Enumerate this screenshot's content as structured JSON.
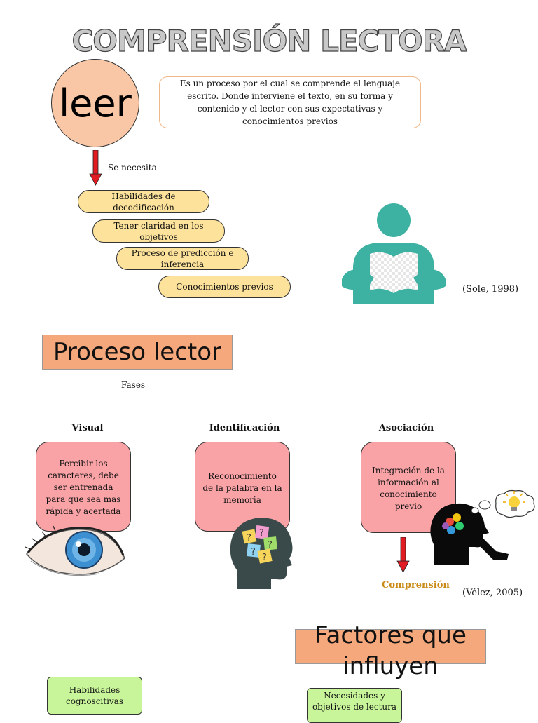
{
  "title": "COMPRENSIÓN LECTORA",
  "leer": {
    "word": "leer",
    "definition": "Es un proceso por el cual se comprende el lenguaje escrito. Donde interviene el texto, en su forma y contenido y el lector con sus expectativas y conocimientos previos",
    "arrow_label": "Se necesita",
    "requirements": [
      "Habilidades de decodificación",
      "Tener claridad en los objetivos",
      "Proceso de predicción e inferencia",
      "Conocimientos previos"
    ],
    "citation": "(Sole, 1998)"
  },
  "proceso": {
    "title": "Proceso lector",
    "subtitle": "Fases",
    "phases": [
      {
        "name": "Visual",
        "text": "Percibir los caracteres, debe ser entrenada para que sea mas rápida y acertada"
      },
      {
        "name": "Identificación",
        "text": "Reconocimiento de la palabra en la memoria"
      },
      {
        "name": "Asociación",
        "text": "Integración de la información al conocimiento previo"
      }
    ],
    "result": "Comprensión",
    "citation": "(Vélez, 2005)"
  },
  "factores": {
    "title": "Factores que influyen",
    "items": [
      "Habilidades cognoscitivas",
      "Necesidades y objetivos de lectura"
    ]
  },
  "colors": {
    "peach": "#f9c7a6",
    "yellow": "#fde29b",
    "pink": "#f9a3a6",
    "green": "#c8f59a",
    "orange": "#f5a87c",
    "teal": "#3eb2a2",
    "arrow_red": "#e11b22",
    "comprension_gold": "#c98a16"
  }
}
